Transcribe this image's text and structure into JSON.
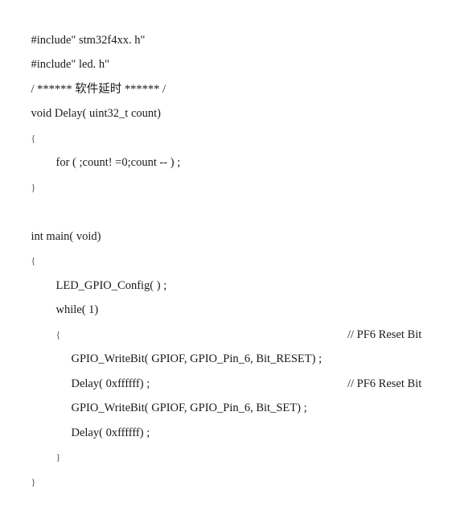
{
  "code": {
    "line1": "#include\" stm32f4xx. h\"",
    "line2": "#include\" led. h\"",
    "line3": "/ ****** 软件延时 ****** /",
    "line4": "void Delay( uint32_t count)",
    "line5": "{",
    "line6": "for ( ;count! =0;count -- ) ;",
    "line7": "}",
    "line9": "int main( void)",
    "line10": "{",
    "line11": "LED_GPIO_Config( ) ;",
    "line12": "while( 1)",
    "line13": "{",
    "line14": "GPIO_WriteBit( GPIOF, GPIO_Pin_6, Bit_RESET) ;",
    "line14_comment": "// PF6 Reset Bit",
    "line15": "Delay( 0xffffff) ;",
    "line16": "GPIO_WriteBit( GPIOF, GPIO_Pin_6, Bit_SET) ;",
    "line16_comment": "// PF6 Reset Bit",
    "line17": "Delay( 0xffffff) ;",
    "line18": "}",
    "line19": "}"
  }
}
